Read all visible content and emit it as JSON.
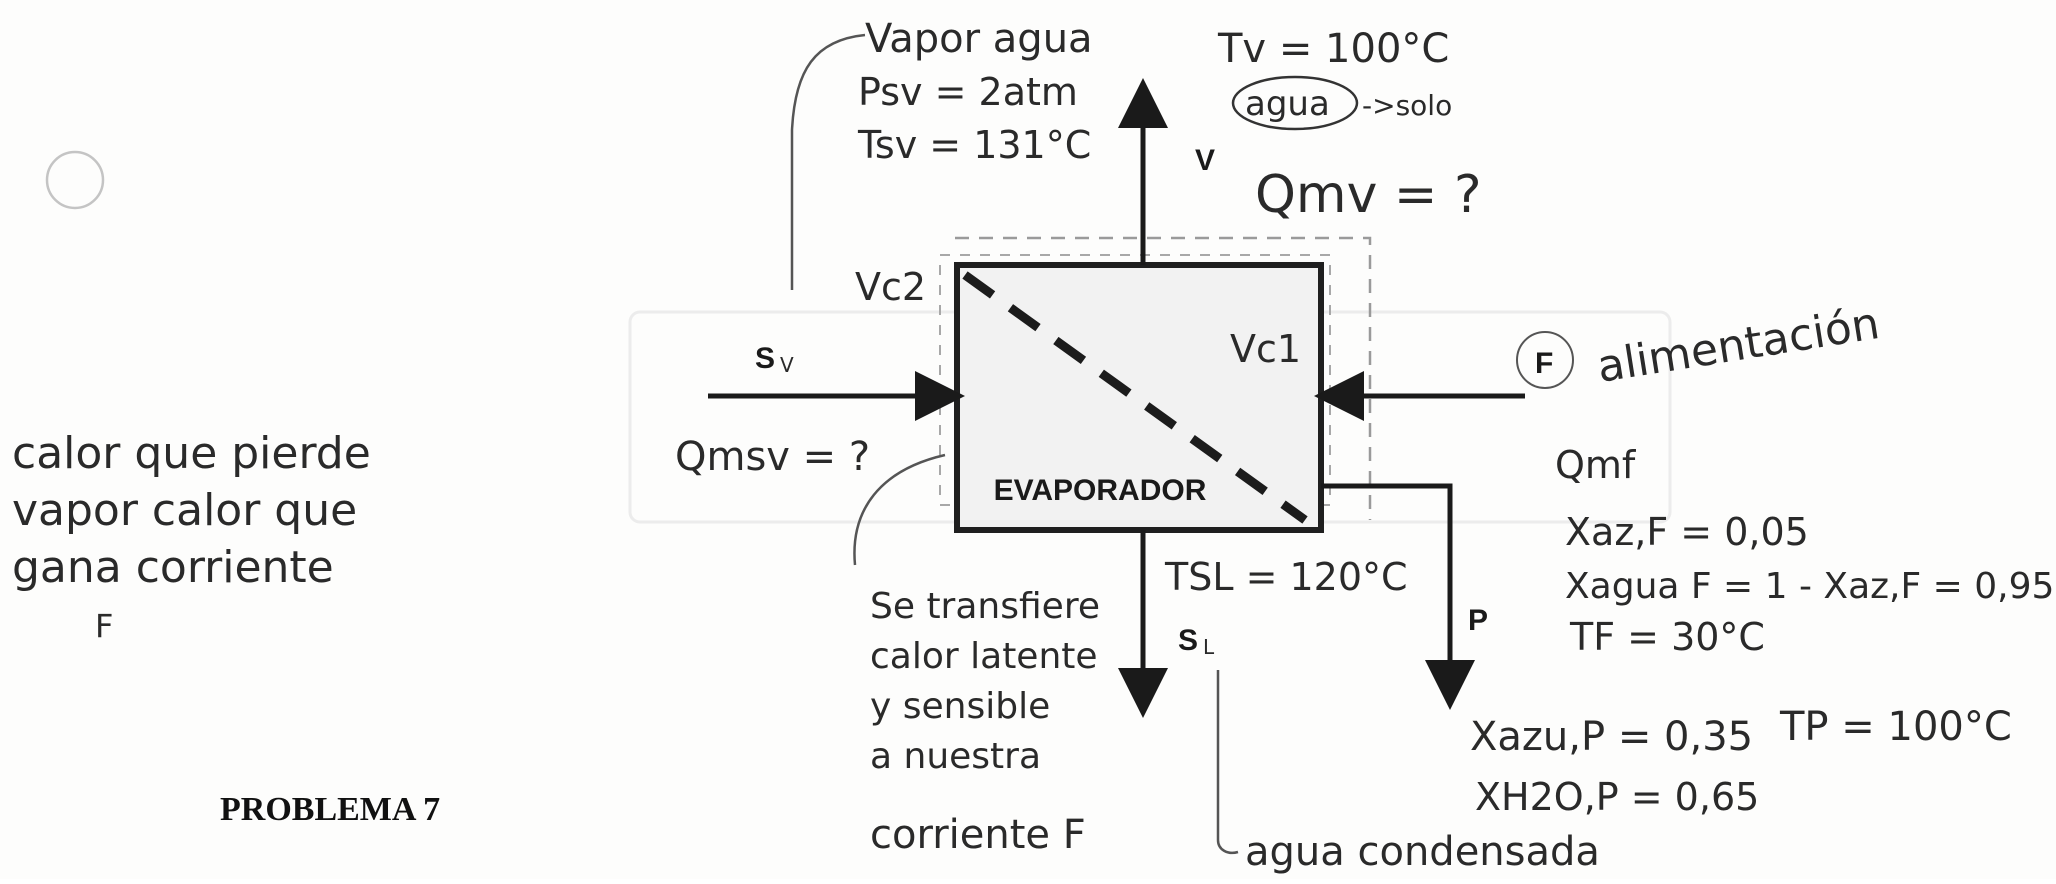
{
  "title": "PROBLEMA 7",
  "box_label": "EVAPORADOR",
  "streams": {
    "V": "V",
    "S_in": "S",
    "S_in_sub": "V",
    "F": "F",
    "P": "P",
    "S_out": "S",
    "S_out_sub": "L"
  },
  "notes": {
    "vapor_agua": "Vapor agua",
    "psv": "Psv = 2atm",
    "tsv": "Tsv = 131°C",
    "tv": "Tv = 100°C",
    "agua": "agua",
    "solo": "->solo",
    "qmv": "Qmv = ?",
    "vc2": "Vc2",
    "vc1": "Vc1",
    "alimentacion": "alimentación",
    "qmsv": "Qmsv = ?",
    "calor_lines": [
      "calor que pierde",
      "vapor calor que",
      "gana corriente",
      "F"
    ],
    "qmf": "Qmf",
    "xaz_f": "Xaz,F = 0,05",
    "xagua_f": "Xagua F = 1 - Xaz,F = 0,95",
    "tf": "TF = 30°C",
    "tsl": "TSL = 120°C",
    "transfiere_lines": [
      "Se transfiere",
      "calor latente",
      "y sensible",
      "a nuestra",
      "corriente F"
    ],
    "xaz_p": "Xazu,P = 0,35",
    "tp": "TP = 100°C",
    "xh2o_p": "XH2O,P = 0,65",
    "agua_condensada": "agua condensada"
  }
}
